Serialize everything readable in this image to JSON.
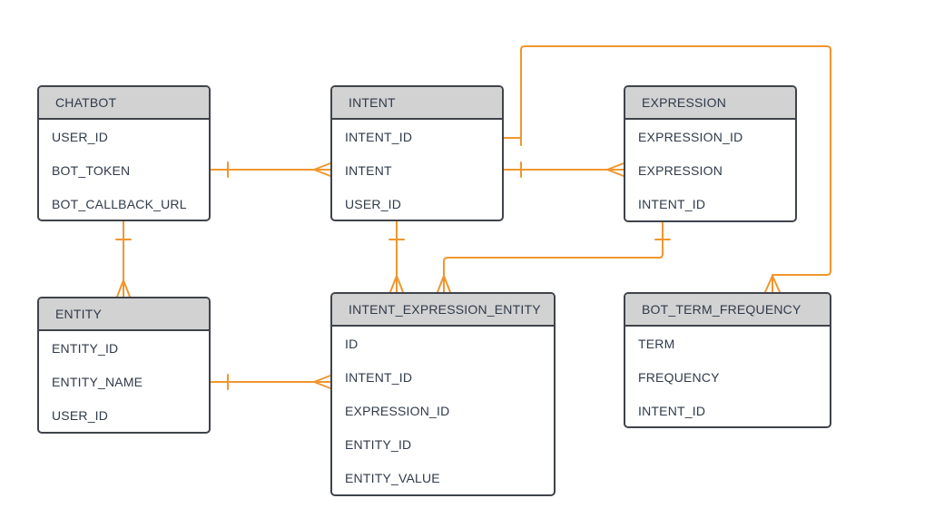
{
  "colors": {
    "relationship": "#f0962e",
    "border": "#3f434a",
    "header_bg": "#d2d2d2",
    "text": "#2f3a4a"
  },
  "entities": {
    "chatbot": {
      "title": "CHATBOT",
      "fields": [
        "USER_ID",
        "BOT_TOKEN",
        "BOT_CALLBACK_URL"
      ]
    },
    "intent": {
      "title": "INTENT",
      "fields": [
        "INTENT_ID",
        "INTENT",
        "USER_ID"
      ]
    },
    "expression": {
      "title": "EXPRESSION",
      "fields": [
        "EXPRESSION_ID",
        "EXPRESSION",
        "INTENT_ID"
      ]
    },
    "entity": {
      "title": "ENTITY",
      "fields": [
        "ENTITY_ID",
        "ENTITY_NAME",
        "USER_ID"
      ]
    },
    "intent_expression_entity": {
      "title": "INTENT_EXPRESSION_ENTITY",
      "fields": [
        "ID",
        "INTENT_ID",
        "EXPRESSION_ID",
        "ENTITY_ID",
        "ENTITY_VALUE"
      ]
    },
    "bot_term_frequency": {
      "title": "BOT_TERM_FREQUENCY",
      "fields": [
        "TERM",
        "FREQUENCY",
        "INTENT_ID"
      ]
    }
  },
  "relationships": [
    {
      "from": "chatbot",
      "to": "intent",
      "from_card": "one",
      "to_card": "many"
    },
    {
      "from": "intent",
      "to": "expression",
      "from_card": "one",
      "to_card": "many"
    },
    {
      "from": "intent",
      "to": "bot_term_frequency",
      "from_card": "one",
      "to_card": "many"
    },
    {
      "from": "chatbot",
      "to": "entity",
      "from_card": "one",
      "to_card": "many"
    },
    {
      "from": "intent",
      "to": "intent_expression_entity",
      "from_card": "one",
      "to_card": "many"
    },
    {
      "from": "expression",
      "to": "intent_expression_entity",
      "from_card": "one",
      "to_card": "many"
    },
    {
      "from": "entity",
      "to": "intent_expression_entity",
      "from_card": "one",
      "to_card": "many"
    }
  ]
}
